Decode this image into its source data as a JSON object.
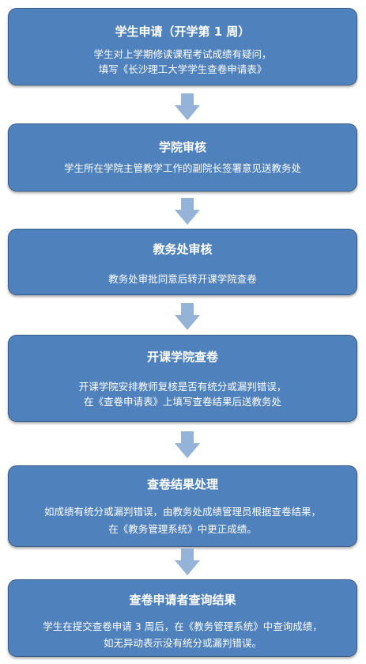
{
  "colors": {
    "box_fill": "#4f81bd",
    "box_border": "#385d8a",
    "arrow_fill": "#95b3d7",
    "text": "#ffffff"
  },
  "steps": [
    {
      "title": "学生申请（开学第 1 周）",
      "lines": [
        "学生对上学期修读课程考试成绩有疑问，",
        "填写《长沙理工大学学生查卷申请表》"
      ]
    },
    {
      "title": "学院审核",
      "lines": [
        "学生所在学院主管教学工作的副院长签署意见送教务处"
      ]
    },
    {
      "title": "教务处审核",
      "lines": [
        "教务处审批同意后转开课学院查卷"
      ]
    },
    {
      "title": "开课学院查卷",
      "lines": [
        "开课学院安排教师复核是否有统分或漏判错误，",
        "在《查卷申请表》上填写查卷结果后送教务处"
      ]
    },
    {
      "title": "查卷结果处理",
      "lines": [
        "如成绩有统分或漏判错误，由教务处成绩管理员根据查卷结果，",
        "在《教务管理系统》中更正成绩。"
      ]
    },
    {
      "title": "查卷申请者查询结果",
      "lines": [
        "学生在提交查卷申请 3 周后，在《教务管理系统》中查询成绩，",
        "如无异动表示没有统分或漏判错误。"
      ]
    }
  ]
}
